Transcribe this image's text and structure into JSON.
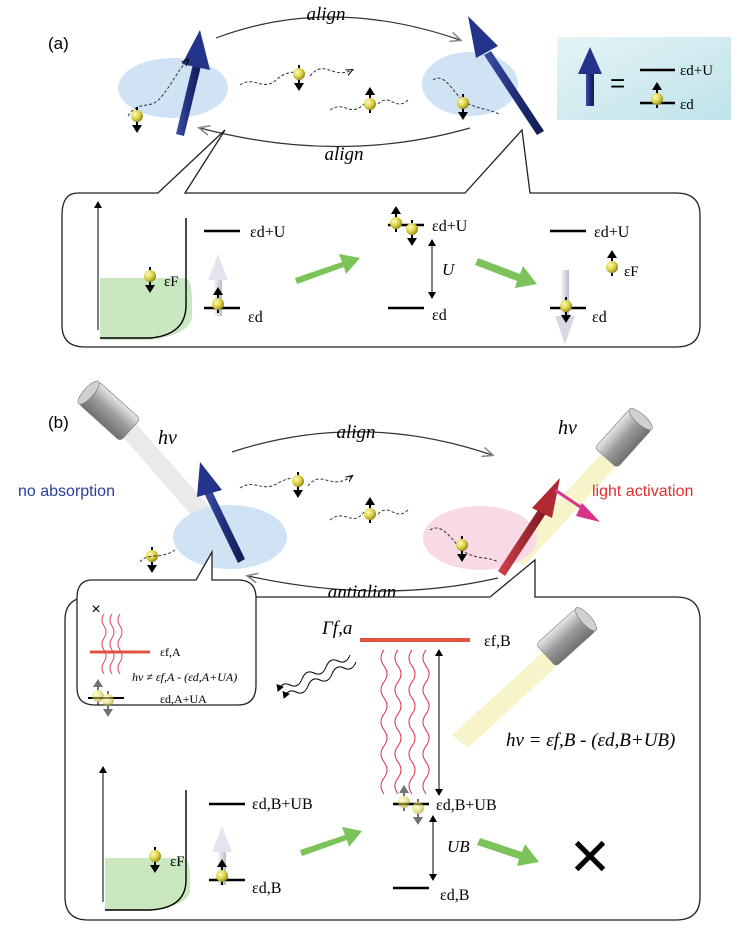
{
  "panel_a": {
    "label": "(a)",
    "align_top": "align",
    "align_bottom": "align",
    "legend": {
      "eq": "=",
      "upper": "εd+U",
      "lower": "εd"
    },
    "inset": {
      "fermi": "εF",
      "s1_upper": "εd+U",
      "s1_lower": "εd",
      "s2_upper": "εd+U",
      "s2_U": "U",
      "s2_lower": "εd",
      "s3_upper": "εd+U",
      "s3_fermi": "εF",
      "s3_lower": "εd"
    }
  },
  "panel_b": {
    "label": "(b)",
    "hv_left": "hν",
    "hv_right": "hν",
    "no_absorption": "no absorption",
    "light_activation": "light activation",
    "align": "align",
    "antialign": "antialign",
    "small_inset": {
      "cross": "×",
      "level_f": "εf,A",
      "condition": "hν ≠ εf,A - (εd,A+UA)",
      "level_d": "εd,A+UA"
    },
    "inset": {
      "gamma": "Γf,a",
      "level_f": "εf,B",
      "resonance": "hν = εf,B - (εd,B+UB)",
      "fermi": "εF",
      "s1_upper": "εd,B+UB",
      "s1_lower": "εd,B",
      "s2_upper": "εd,B+UB",
      "s2_U": "UB",
      "s2_lower": "εd,B",
      "forbidden": "✕"
    }
  },
  "colors": {
    "spin_arrow": "#1f2f7a",
    "ellipse_blue": "#cfe3f5",
    "ellipse_pink": "#f8d9e6",
    "legend_bg": "#cde9ee",
    "green_arrow": "#7cc35a",
    "fermi_sea": "#c9e8c0",
    "red_level": "#e0533f",
    "wavy_red": "#e0405a",
    "activation_text": "#e03030",
    "no_absorption_text": "#2b3c9c",
    "magenta_arrow": "#d8348a",
    "electron": "#d8cf3a"
  }
}
